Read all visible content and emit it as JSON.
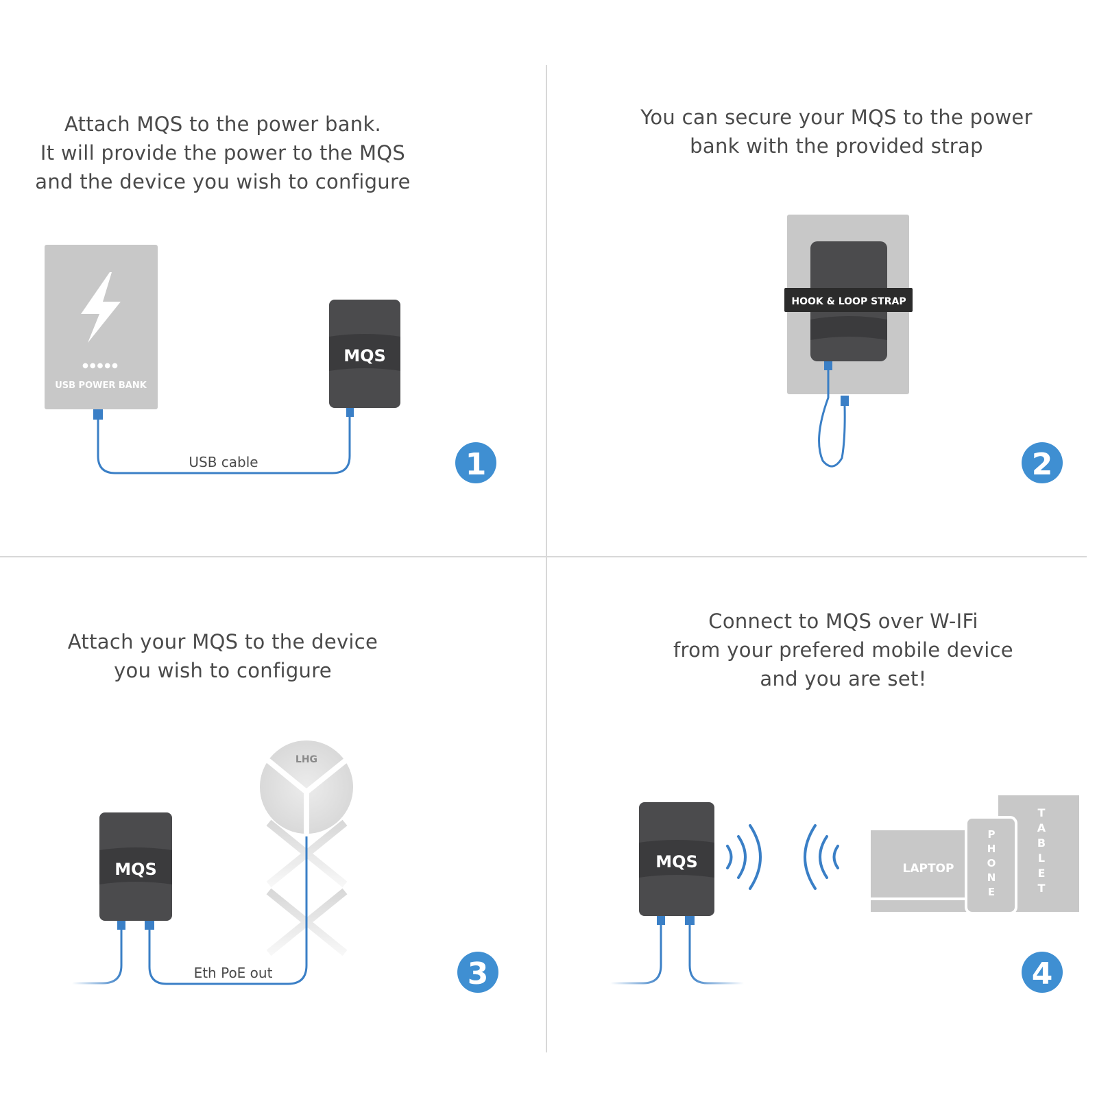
{
  "colors": {
    "accent": "#3f8fd2",
    "cable": "#3a7fc6",
    "device": "#4b4b4d",
    "device_band": "#3b3b3d",
    "gray_box": "#c8c8c8",
    "divider": "#d8d8d8",
    "text": "#4a4a4a"
  },
  "steps": [
    {
      "number": "1",
      "caption_lines": [
        "Attach MQS to the power bank.",
        "It will provide the power to the MQS",
        "and the device you wish to configure"
      ],
      "power_bank_label": "USB POWER BANK",
      "power_bank_dots": "●●●●●",
      "device_label": "MQS",
      "cable_label": "USB cable",
      "icons": [
        "lightning-icon"
      ]
    },
    {
      "number": "2",
      "caption_lines": [
        "You can secure your MQS to the power",
        "bank with the provided strap"
      ],
      "strap_label": "HOOK & LOOP STRAP"
    },
    {
      "number": "3",
      "caption_lines": [
        "Attach your MQS to the device",
        "you wish to configure"
      ],
      "device_label": "MQS",
      "antenna_label": "LHG",
      "cable_label": "Eth PoE out"
    },
    {
      "number": "4",
      "caption_lines": [
        "Connect to MQS over W-IFi",
        "from your prefered mobile device",
        "and you are set!"
      ],
      "device_label": "MQS",
      "laptop_label": "LAPTOP",
      "phone_label": "PHONE",
      "tablet_label": "TABLET",
      "icons": [
        "wifi-waves-icon"
      ]
    }
  ]
}
